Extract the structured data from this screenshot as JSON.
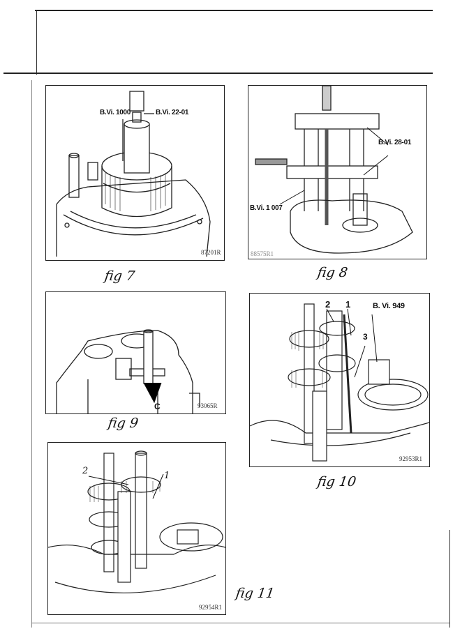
{
  "figures": [
    {
      "caption": "fig 7",
      "code": "87201R",
      "labels": [
        "B.Vi. 1000",
        "B.Vi. 22-01"
      ]
    },
    {
      "caption": "fig 8",
      "code": "88575R1",
      "labels": [
        "B.Vi. 28-01",
        "B.Vi. 1 007"
      ]
    },
    {
      "caption": "fig 9",
      "code": "93065R",
      "labels": [
        "C"
      ]
    },
    {
      "caption": "fig 10",
      "code": "92953R1",
      "labels": [
        "2",
        "1",
        "B. Vi. 949",
        "3"
      ]
    },
    {
      "caption": "fig 11",
      "code": "92954R1",
      "labels": [
        "2",
        "1"
      ]
    }
  ]
}
